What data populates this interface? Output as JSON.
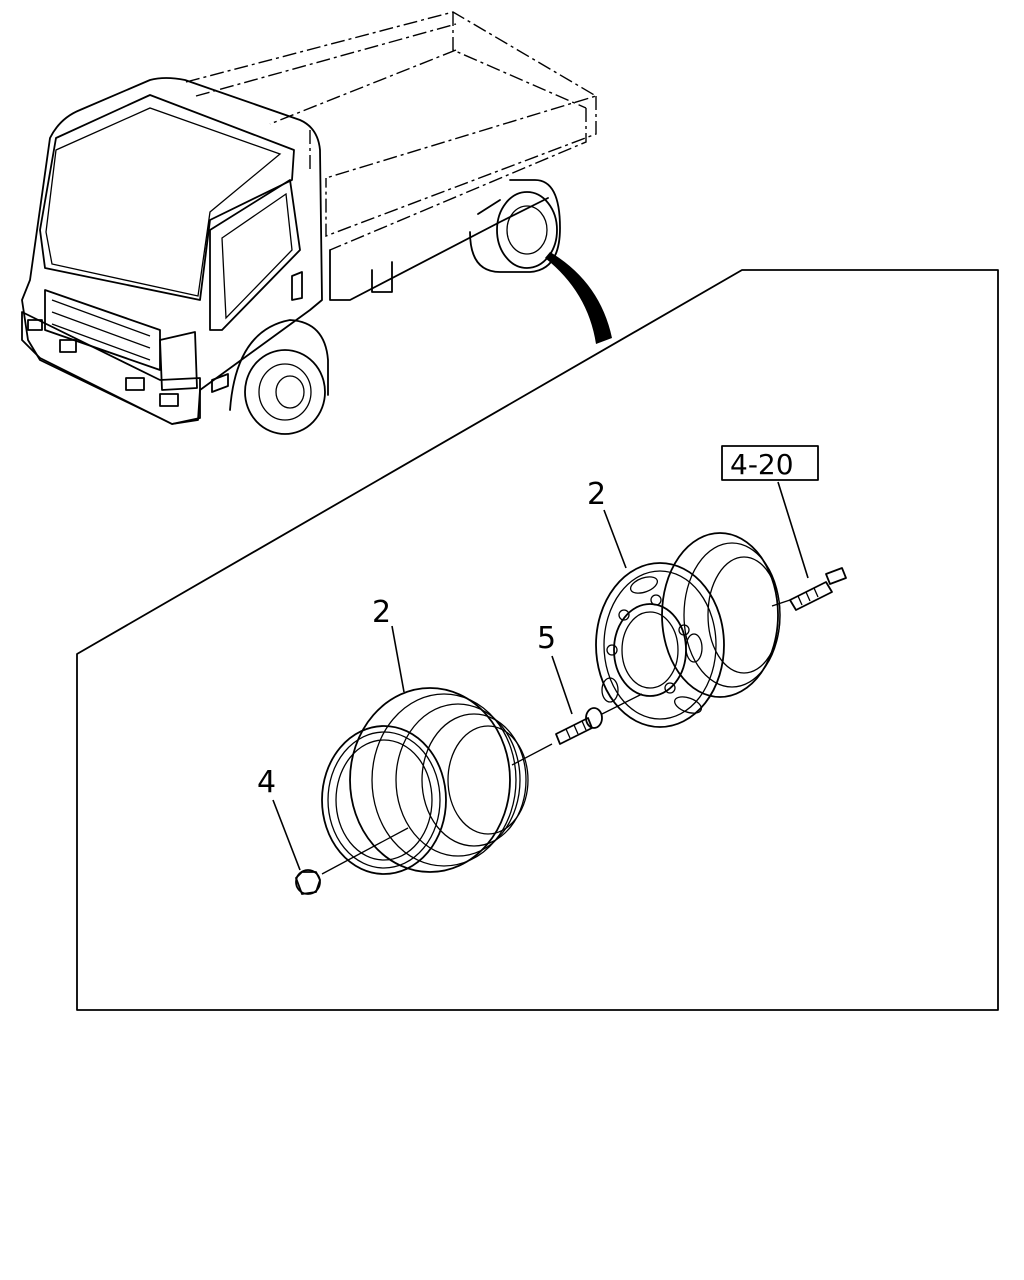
{
  "callouts": {
    "rim_rear": "2",
    "rim_front": "2",
    "nut": "4",
    "bolt": "5"
  },
  "reference": {
    "label": "4-20"
  }
}
